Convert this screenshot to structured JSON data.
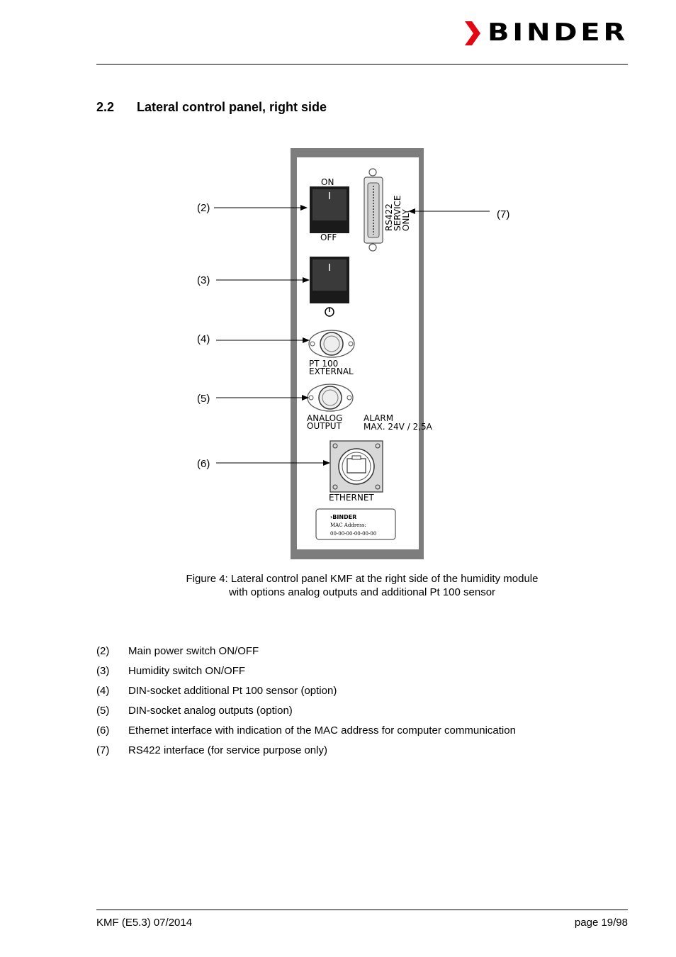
{
  "header": {
    "brand": "BINDER"
  },
  "section": {
    "number": "2.2",
    "title": "Lateral control panel, right side"
  },
  "figure": {
    "callouts": [
      "(2)",
      "(3)",
      "(4)",
      "(5)",
      "(6)",
      "(7)"
    ],
    "panel": {
      "switch1_on": "ON",
      "switch1_off": "OFF",
      "rs422": [
        "RS422",
        "SERVICE",
        "ONLY"
      ],
      "pt100": [
        "PT 100",
        "EXTERNAL"
      ],
      "analog": [
        "ANALOG",
        "OUTPUT"
      ],
      "alarm": "ALARM",
      "alarm_rating": "MAX. 24V / 2,5A",
      "ethernet": "ETHERNET",
      "mac_brand": "BINDER",
      "mac_label": "MAC Address:",
      "mac_value": "00-00-00-00-00-00"
    },
    "caption_line1": "Figure 4: Lateral control panel KMF at the right side of the humidity module",
    "caption_line2": "with options analog outputs and additional Pt 100 sensor"
  },
  "legend": [
    {
      "num": "(2)",
      "text": "Main power switch ON/OFF"
    },
    {
      "num": "(3)",
      "text": "Humidity switch ON/OFF"
    },
    {
      "num": "(4)",
      "text": "DIN-socket additional Pt 100 sensor (option)"
    },
    {
      "num": "(5)",
      "text": "DIN-socket analog outputs (option)"
    },
    {
      "num": "(6)",
      "text": "Ethernet interface with indication of the MAC address for computer communication"
    },
    {
      "num": "(7)",
      "text": "RS422 interface (for service purpose only)"
    }
  ],
  "footer": {
    "left": "KMF (E5.3) 07/2014",
    "right": "page 19/98"
  },
  "colors": {
    "brand_red": "#e30613",
    "panel_gray": "#7d7d7d"
  }
}
